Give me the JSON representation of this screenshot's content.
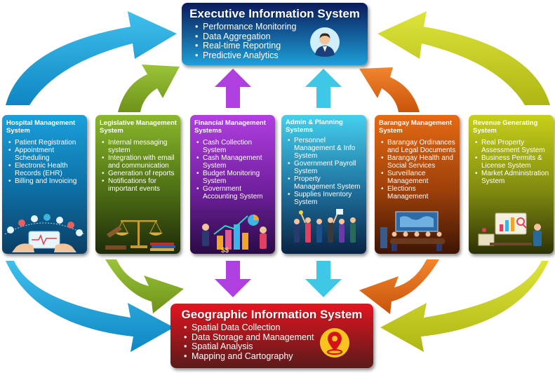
{
  "colors": {
    "blue": "#1fa3d9",
    "olive": "#8ab02d",
    "purple": "#b03fe0",
    "cyan": "#3fc7e6",
    "orange": "#e56a13",
    "yellow": "#c7d019",
    "navy": "#0b1f66",
    "red": "#d8101a"
  },
  "executive": {
    "title": "Executive Information System",
    "items": [
      "Performance Monitoring",
      "Data Aggregation",
      "Real-time Reporting",
      "Predictive Analytics"
    ],
    "icon": "businessman-avatar-icon"
  },
  "geographic": {
    "title": "Geographic Information System",
    "items": [
      "Spatial Data Collection",
      "Data Storage and Management",
      "Spatial Analysis",
      "Mapping and Cartography"
    ],
    "icon": "map-pin-icon"
  },
  "systems": [
    {
      "title": "Hospital Management System",
      "items": [
        "Patient Registration",
        "Appointment Scheduling",
        "Electronic Health Records (EHR)",
        "Billing and Invoicing"
      ],
      "illustration": "medical-icons-illustration"
    },
    {
      "title": "Legislative Management System",
      "items": [
        "Internal messaging system",
        "Integration with email and communication",
        "Generation of reports",
        "Notifications for important events"
      ],
      "illustration": "law-scale-illustration"
    },
    {
      "title": "Financial Management Systems",
      "items": [
        "Cash Collection System",
        "Cash Management System",
        "Budget Monitoring System",
        "Government Accounting System"
      ],
      "illustration": "finance-chart-illustration"
    },
    {
      "title": "Admin & Planning Systems",
      "items": [
        "Personnel Management & Info System",
        "Government Payroll System",
        "Property Management System",
        "Supplies Inventory System"
      ],
      "illustration": "team-illustration"
    },
    {
      "title": "Barangay Management System",
      "items": [
        "Barangay Ordinances and Legal Documents",
        "Barangay Health and Social Services",
        "Surveillance Management",
        "Elections Management"
      ],
      "illustration": "meeting-room-illustration"
    },
    {
      "title": "Revenue Generating System",
      "items": [
        "Real Property Assessment System",
        "Business Permits & License System",
        "Market Administration System"
      ],
      "illustration": "analyst-illustration"
    }
  ]
}
